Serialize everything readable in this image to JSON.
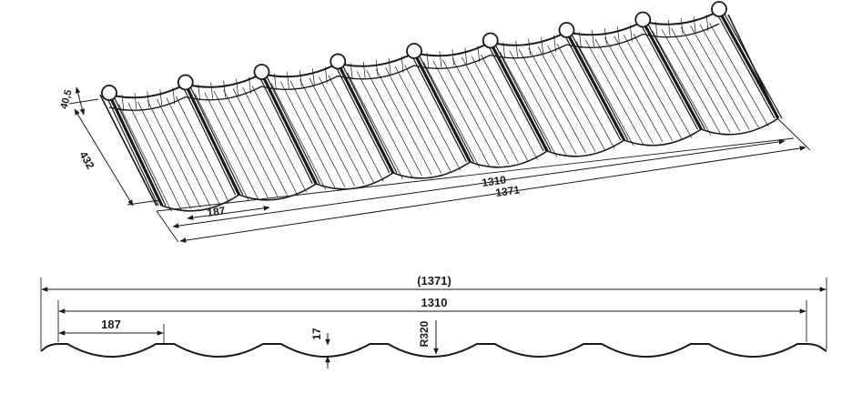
{
  "colors": {
    "ink": "#1a1a1a",
    "paper": "#ffffff"
  },
  "isometric": {
    "dims": {
      "total_length": "1371",
      "effective_length": "1310",
      "wave_pitch": "187",
      "width": "432",
      "step_height": "40,5"
    },
    "wave_count": 8
  },
  "profile": {
    "dims": {
      "total_length": "(1371)",
      "effective_length": "1310",
      "wave_pitch": "187",
      "depth": "17",
      "radius": "R320"
    },
    "wave_count": 7
  }
}
